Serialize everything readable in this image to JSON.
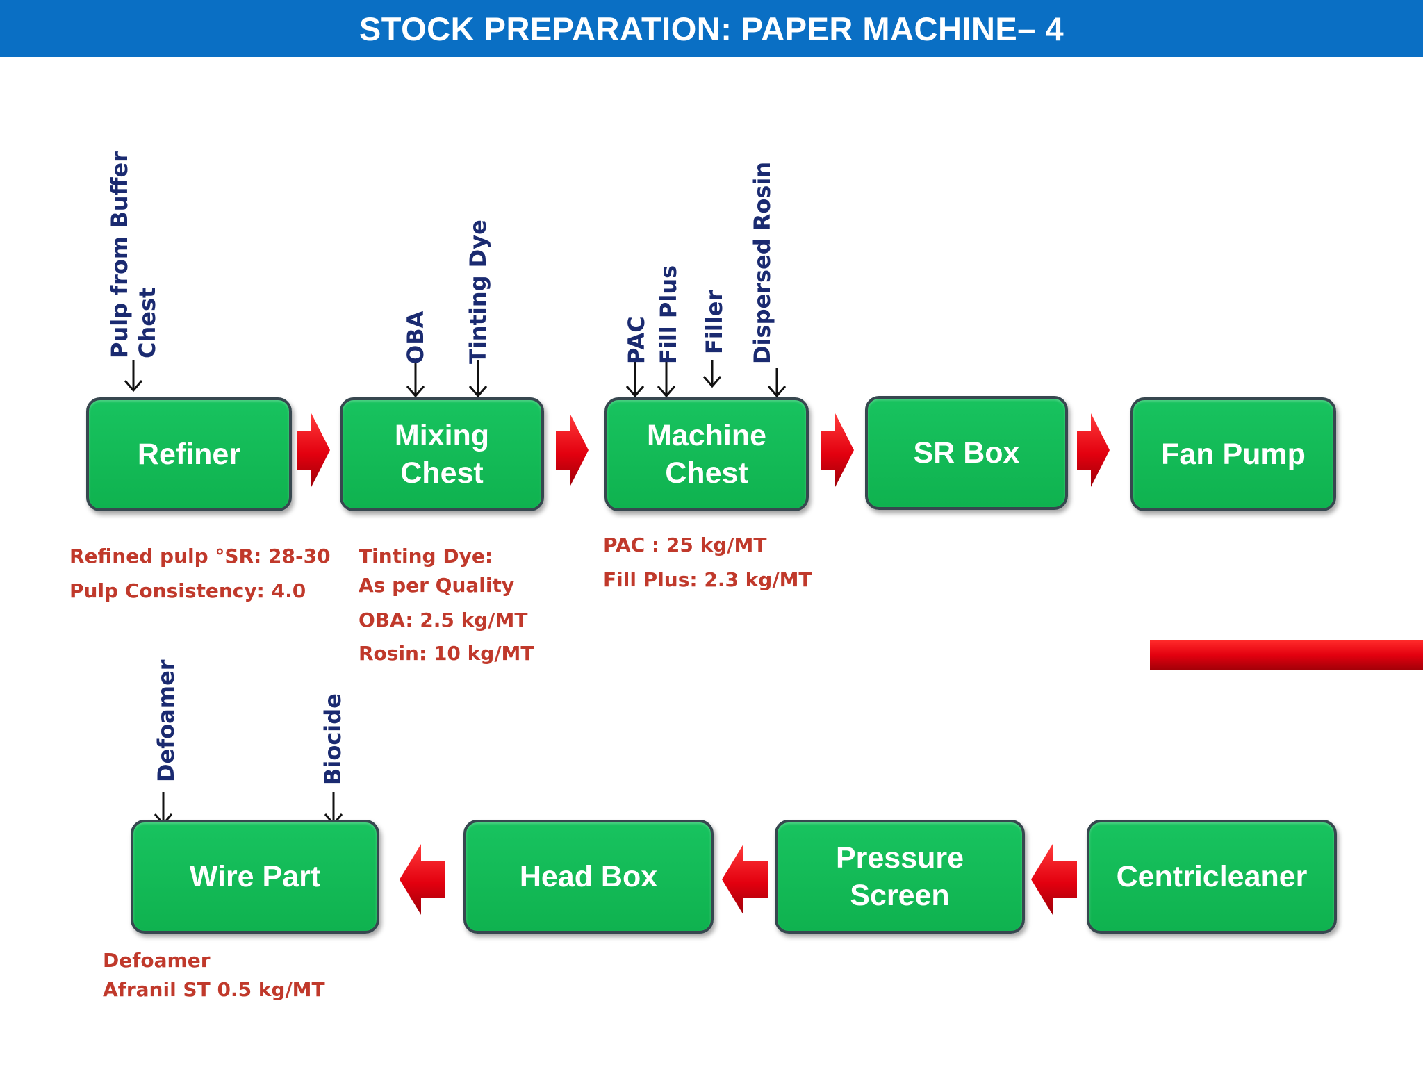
{
  "title": "STOCK PREPARATION: PAPER MACHINE– 4",
  "colors": {
    "header": "#0a6fc4",
    "box": "#14bb56",
    "arrow": "#e3000f",
    "note": "#c0392b",
    "label": "#1a2a70"
  },
  "row1": {
    "boxes": [
      "Refiner",
      "Mixing\nChest",
      "Machine\nChest",
      "SR Box",
      "Fan Pump"
    ],
    "inputs": {
      "refiner": [
        "Pulp from Buffer\nChest"
      ],
      "mixing": [
        "OBA",
        "Tinting Dye"
      ],
      "machine": [
        "PAC",
        "Fill Plus",
        "Filler",
        "Dispersed Rosin"
      ]
    },
    "notes": {
      "refiner": [
        "Refined pulp °SR: 28-30",
        "Pulp Consistency: 4.0"
      ],
      "mixing": [
        "Tinting Dye:",
        "As per Quality",
        "OBA: 2.5 kg/MT",
        "Rosin: 10 kg/MT"
      ],
      "machine": [
        "PAC : 25 kg/MT",
        "Fill Plus: 2.3 kg/MT"
      ]
    }
  },
  "row2": {
    "boxes": [
      "Wire Part",
      "Head Box",
      "Pressure\nScreen",
      "Centricleaner"
    ],
    "inputs": {
      "wire": [
        "Defoamer",
        "Biocide"
      ]
    },
    "notes": {
      "wire": [
        "Defoamer",
        "Afranil ST 0.5 kg/MT"
      ]
    }
  }
}
